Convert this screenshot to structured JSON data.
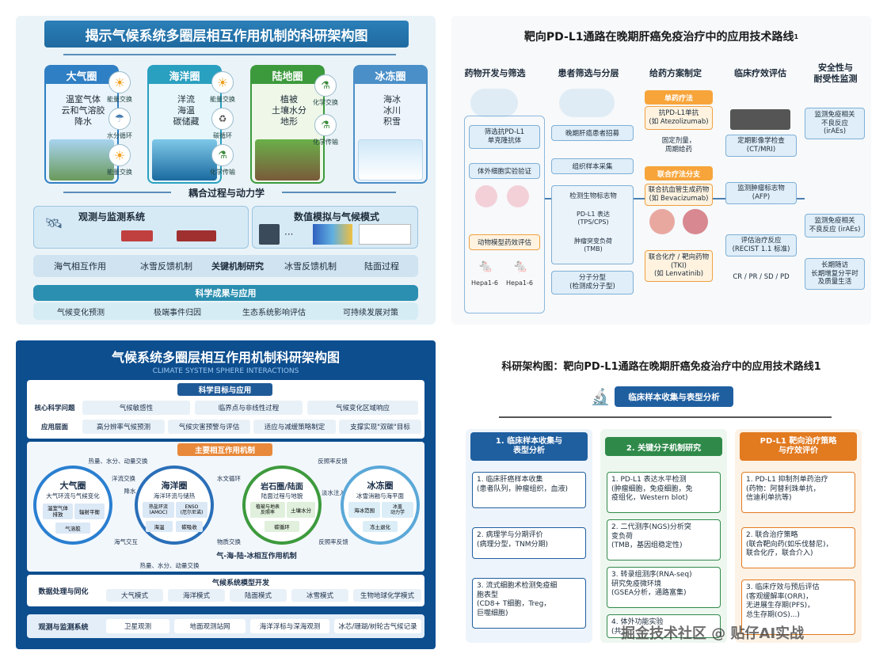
{
  "panel1": {
    "title": "揭示气候系统多圈层相互作用机制的科研架构图",
    "spheres": [
      {
        "name": "大气圈",
        "body": "温室气体\n云和气溶胶\n降水",
        "color": "#2f7fc4"
      },
      {
        "name": "海洋圈",
        "body": "洋流\n海温\n碳储藏",
        "color": "#2aa0c0"
      },
      {
        "name": "陆地圈",
        "body": "植被\n土壤水分\n地形",
        "color": "#3c9a3c"
      },
      {
        "name": "冰冻圈",
        "body": "海冰\n冰川\n积雪",
        "color": "#4a8fc8"
      }
    ],
    "interactions": [
      "能量交换",
      "水分循环",
      "能量交换",
      "能量交换",
      "碳循环",
      "化学传输",
      "化学交换",
      "化学传输"
    ],
    "coupling": "耦合过程与动力学",
    "obs_title": "观测与监测系统",
    "model_title": "数值模拟与气候模式",
    "model_dots": "···",
    "key_research": "关键机制研究",
    "key_items": [
      "海气相互作用",
      "冰雪反馈机制",
      "冰雪反馈机制",
      "陆面过程"
    ],
    "results_title": "科学成果与应用",
    "results": [
      "气候变化预测",
      "极端事件归因",
      "生态系统影响评估",
      "可持续发展对策"
    ]
  },
  "panel2": {
    "title": "靶向PD-L1通路在晚期肝癌免疫治疗中的应用技术路线",
    "title_sup": "1",
    "columns": [
      "药物开发与筛选",
      "患者筛选与分层",
      "给药方案制定",
      "临床疗效评估",
      "安全性与\n耐受性监测"
    ],
    "drug": [
      "筛选抗PD-L1\n单克隆抗体",
      "体外细胞实验验证",
      "动物模型药效评估"
    ],
    "mouse_labels": [
      "Hepa1-6",
      "Hepa1-6"
    ],
    "patient": [
      "晚期肝癌患者招募",
      "组织样本采集",
      "检测生物标志物",
      "分子分型\n(检测成分子型)"
    ],
    "biomarkers": [
      "PD-L1 表达\n(TPS/CPS)",
      "肿瘤突变负荷\n(TMB)"
    ],
    "mono_head": "单药疗法",
    "mono_body": "抗PD-L1单抗\n(如 Atezolizumab)",
    "mono_note": "固定剂量，\n周期给药",
    "combo_head": "联合疗法分支",
    "combo1": "联合抗血管生成药物\n(如 Bevacizumab)",
    "combo2": "联合化疗 / 靶向药物\n(TKI)\n(如 Lenvatinib)",
    "eval": [
      "定期影像学检查\n(CT/MRI)",
      "监测肿瘤标志物\n(AFP)",
      "评估治疗反应\n(RECIST 1.1 标准)"
    ],
    "eval_out": "CR / PR / SD / PD",
    "safety": [
      "监测免疫相关\n不良反应\n(irAEs)",
      "监测免疫相关\n不良反应 (irAEs)",
      "长期随访\n长期增复分平时\n及质量生活"
    ]
  },
  "panel3": {
    "title": "气候系统多圈层相互作用机制科研架构图",
    "subtitle": "CLIMATE SYSTEM SPHERE INTERACTIONS",
    "goals_title": "科学目标与应用",
    "row1_label": "核心科学问题",
    "row1": [
      "气候敏感性",
      "临界点与非线性过程",
      "气候变化区域响应"
    ],
    "row2_label": "应用层面",
    "row2": [
      "高分辨率气候预测",
      "气候灾害预警与评估",
      "适应与减缓策略制定",
      "支撑实现\"双碳\"目标"
    ],
    "mech_title": "主要相互作用机制",
    "spheres": [
      {
        "name": "大气圈",
        "sub": "大气环流与气候变化",
        "items": [
          "温室气体\n排放",
          "辐射平衡",
          "气溶胶"
        ],
        "color": "#2a7fd0"
      },
      {
        "name": "海洋圈",
        "sub": "海洋环流与储热",
        "items": [
          "热盐环流\n(AMOC)",
          "ENSO\n(厄尔尼诺)",
          "海温",
          "碳吸收"
        ],
        "color": "#2a6fb8"
      },
      {
        "name": "岩石圈/陆面",
        "sub": "陆面过程与地貌",
        "items": [
          "植被与地表\n反照率",
          "土壤水分",
          "碳循环"
        ],
        "color": "#3d9a3d"
      },
      {
        "name": "冰冻圈",
        "sub": "冰雪消融与海平面",
        "items": [
          "海冰范围",
          "冰盖\n动力学",
          "冻土退化"
        ],
        "color": "#5aa8d8"
      }
    ],
    "flows": [
      "热量、水分、动量交换",
      "洋流交换",
      "降水",
      "海气交互",
      "水文循环",
      "物质交换",
      "反照率反馈",
      "淡水注入",
      "反照率反馈",
      "热量、水分、动量交换"
    ],
    "coupling": "气-海-陆-冰相互作用机制",
    "data_label": "数据处理与同化",
    "model_title": "气候系统模型开发",
    "models": [
      "大气模式",
      "海洋模式",
      "陆面模式",
      "冰雪模式",
      "生物地球化学模式"
    ],
    "obs_label": "观测与监测系统",
    "obs": [
      "卫星观测",
      "地面观测站网",
      "海洋浮标与深海观测",
      "冰芯/珊瑚/树轮古气候记录"
    ]
  },
  "panel4": {
    "title": "科研架构图：靶向PD-L1通路在晚期肝癌免疫治疗中的应用技术路线1",
    "top": "临床样本收集与表型分析",
    "cols": [
      {
        "head": "1. 临床样本收集与\n表型分析",
        "color": "#1f5fa0",
        "items": [
          "1. 临床肝癌样本收集\n(患者队列，肿瘤组织，血液)",
          "2. 病理学与分期评价\n(病理分型，TNM分期)",
          "3. 流式细胞术检测免疫细\n胞表型\n(CD8+ T细胞，Treg，\n巨噬细胞)"
        ]
      },
      {
        "head": "2. 关键分子机制研究",
        "color": "#2f8a4a",
        "items": [
          "1. PD-L1 表达水平检测\n(肿瘤细胞，免疫细胞，免\n疫组化，Western blot)",
          "2. 二代测序(NGS)分析突\n变负荷\n(TMB，基因组稳定性)",
          "3. 转录组测序(RNA-seq)\n研究免疫微环境\n(GSEA分析，通路富集)",
          "4. 体外功能实验\n(共..."
        ]
      },
      {
        "head": "PD-L1 靶向治疗策略\n与疗效评价",
        "color": "#e27a20",
        "items": [
          "1. PD-L1 抑制剂单药治疗\n(药物：阿替利珠单抗，\n信迪利单抗等)",
          "2. 联合治疗策略\n(联合靶向药(如乐伐替尼)，\n联合化疗，联合介入)",
          "3. 临床疗效与预后评估\n(客观缓解率(ORR)，\n无进展生存期(PFS)，\n总生存期(OS)...)"
        ]
      }
    ],
    "watermark": "掘金技术社区 @ 贴仔AI实战"
  }
}
